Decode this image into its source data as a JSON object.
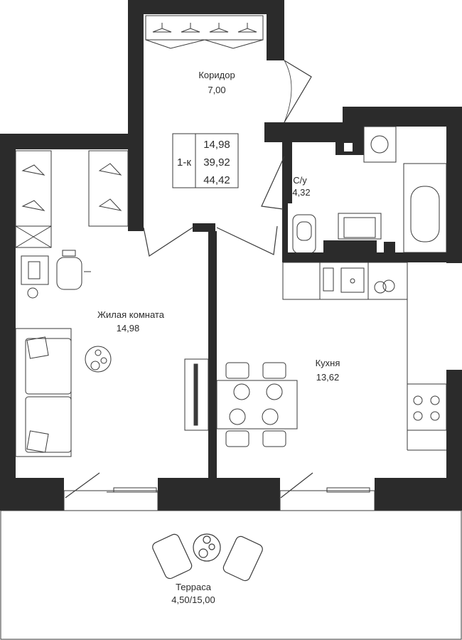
{
  "rooms": {
    "corridor": {
      "name": "Коридор",
      "area": "7,00"
    },
    "bathroom": {
      "name": "С/у",
      "area": "4,32"
    },
    "living": {
      "name": "Жилая комната",
      "area": "14,98"
    },
    "kitchen": {
      "name": "Кухня",
      "area": "13,62"
    },
    "terrace": {
      "name": "Терраса",
      "area": "4,50/15,00"
    }
  },
  "summary": {
    "type": "1-к",
    "living_area": "14,98",
    "total_area": "39,92",
    "total_with_terrace": "44,42"
  },
  "colors": {
    "wall": "#2b2b2b",
    "line": "#3a3a3a",
    "background": "#ffffff"
  }
}
